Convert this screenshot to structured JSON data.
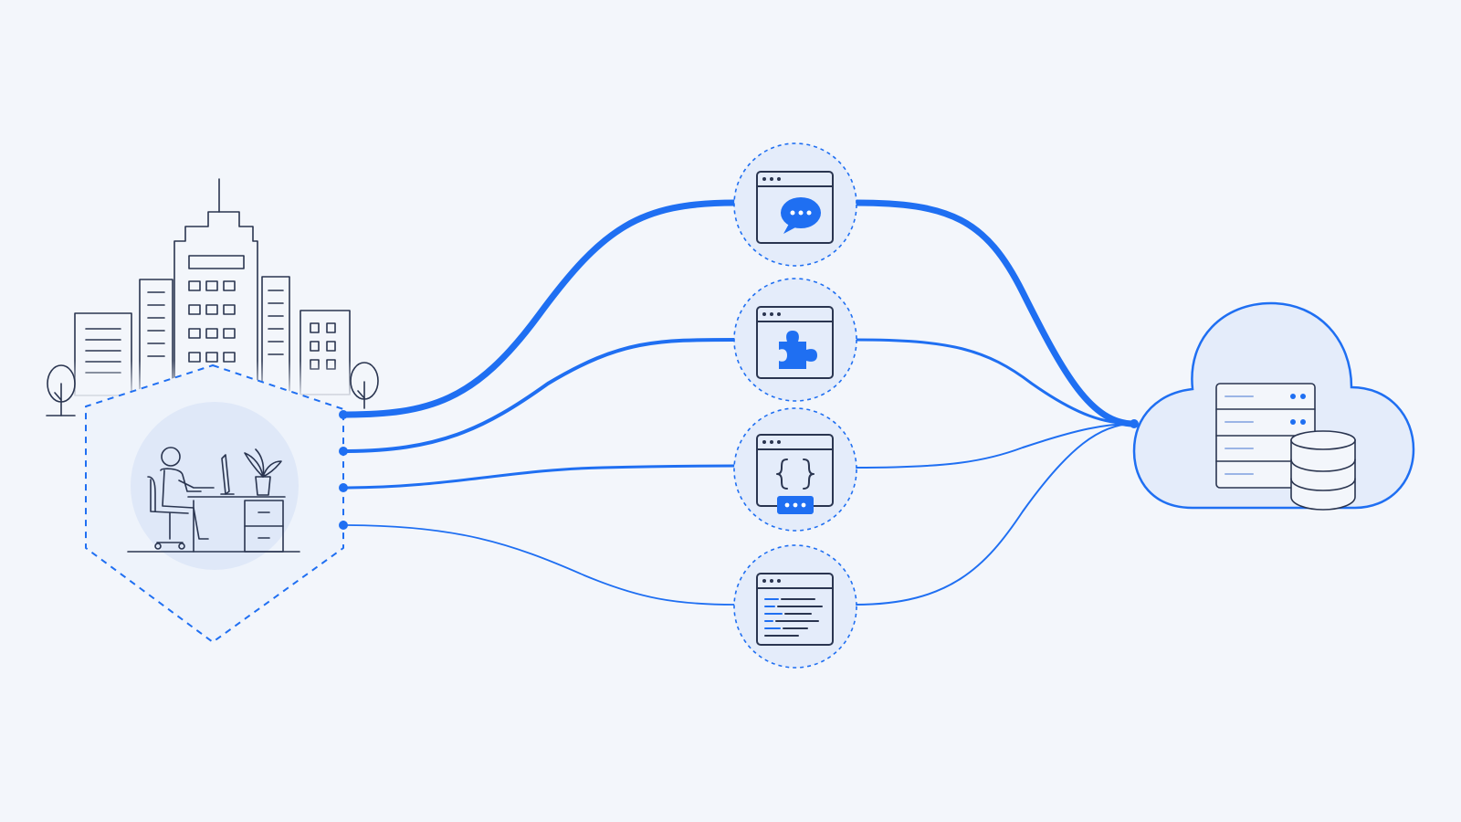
{
  "colors": {
    "background": "#f3f6fb",
    "accent": "#1f6ff2",
    "ink": "#2a3550",
    "tint": "#e4ecfa"
  },
  "nodes": {
    "source": {
      "icons": [
        "city-buildings-icon",
        "tree-icon",
        "person-at-desk-icon",
        "shield-boundary-icon"
      ]
    },
    "channels": [
      {
        "icon": "chat-window-icon",
        "weight": "heavy"
      },
      {
        "icon": "plugin-window-icon",
        "weight": "medium"
      },
      {
        "icon": "code-window-icon",
        "weight": "medium-light"
      },
      {
        "icon": "text-document-window-icon",
        "weight": "light"
      }
    ],
    "destination": {
      "icons": [
        "cloud-icon",
        "server-rack-icon",
        "database-icon"
      ]
    }
  }
}
